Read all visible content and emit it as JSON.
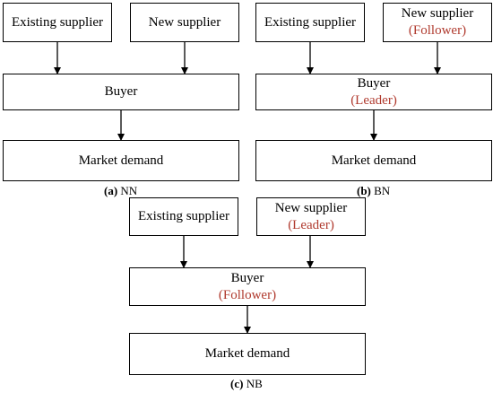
{
  "panels": {
    "nn": {
      "existing": "Existing supplier",
      "new": "New supplier",
      "buyer": "Buyer",
      "market": "Market demand",
      "caption_tag": "(a)",
      "caption_text": "NN"
    },
    "bn": {
      "existing": "Existing supplier",
      "new": "New supplier",
      "new_role": "(Follower)",
      "buyer": "Buyer",
      "buyer_role": "(Leader)",
      "market": "Market demand",
      "caption_tag": "(b)",
      "caption_text": "BN"
    },
    "nb": {
      "existing": "Existing supplier",
      "new": "New supplier",
      "new_role": "(Leader)",
      "buyer": "Buyer",
      "buyer_role": "(Follower)",
      "market": "Market demand",
      "caption_tag": "(c)",
      "caption_text": "NB"
    }
  },
  "colors": {
    "role_text": "#b03a2e",
    "border": "#000000"
  }
}
